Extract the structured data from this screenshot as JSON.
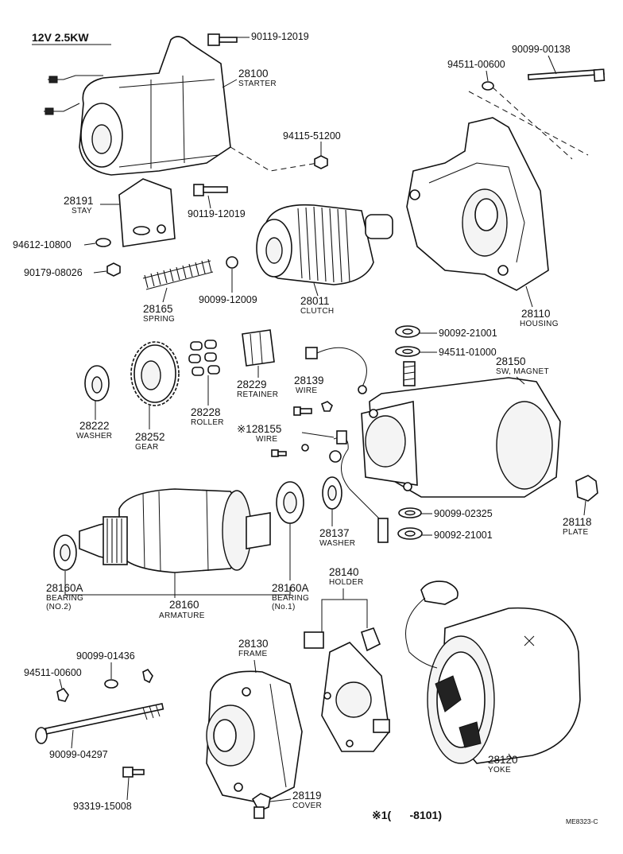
{
  "header": {
    "spec": "12V 2.5KW"
  },
  "footer": {
    "note": "※1(      -8101)",
    "code": "ME8323-C"
  },
  "parts": {
    "p28100": {
      "num": "28100",
      "name": "STARTER"
    },
    "p90119a": {
      "num": "90119-12019"
    },
    "p90099_00138": {
      "num": "90099-00138"
    },
    "p94511_00600a": {
      "num": "94511-00600"
    },
    "p94115": {
      "num": "94115-51200"
    },
    "p28191": {
      "num": "28191",
      "name": "STAY"
    },
    "p90119b": {
      "num": "90119-12019"
    },
    "p94612": {
      "num": "94612-10800"
    },
    "p90179": {
      "num": "90179-08026"
    },
    "p28165": {
      "num": "28165",
      "name": "SPRING"
    },
    "p90099_12009": {
      "num": "90099-12009"
    },
    "p28011": {
      "num": "28011",
      "name": "CLUTCH"
    },
    "p28110": {
      "num": "28110",
      "name": "HOUSING"
    },
    "p90092a": {
      "num": "90092-21001"
    },
    "p94511_01000": {
      "num": "94511-01000"
    },
    "p28150": {
      "num": "28150",
      "name": "SW, MAGNET"
    },
    "p28229": {
      "num": "28229",
      "name": "RETAINER"
    },
    "p28139": {
      "num": "28139",
      "name": "WIRE"
    },
    "p28222": {
      "num": "28222",
      "name": "WASHER"
    },
    "p28252": {
      "num": "28252",
      "name": "GEAR"
    },
    "p28228": {
      "num": "28228",
      "name": "ROLLER"
    },
    "p128155": {
      "num": "※128155",
      "name": "WIRE"
    },
    "p28137": {
      "num": "28137",
      "name": "WASHER"
    },
    "p90099_02325": {
      "num": "90099-02325"
    },
    "p90092b": {
      "num": "90092-21001"
    },
    "p28118": {
      "num": "28118",
      "name": "PLATE"
    },
    "p28160A_l": {
      "num": "28160A",
      "name": "BEARING",
      "sub": "(NO.2)"
    },
    "p28160A_r": {
      "num": "28160A",
      "name": "BEARING",
      "sub": "(No.1)"
    },
    "p28160": {
      "num": "28160",
      "name": "ARMATURE"
    },
    "p28140": {
      "num": "28140",
      "name": "HOLDER"
    },
    "p28130": {
      "num": "28130",
      "name": "FRAME"
    },
    "p90099_01436": {
      "num": "90099-01436"
    },
    "p94511_00600b": {
      "num": "94511-00600"
    },
    "p90099_04297": {
      "num": "90099-04297"
    },
    "p28120": {
      "num": "28120",
      "name": "YOKE"
    },
    "p93319": {
      "num": "93319-15008"
    },
    "p28119": {
      "num": "28119",
      "name": "COVER"
    }
  }
}
